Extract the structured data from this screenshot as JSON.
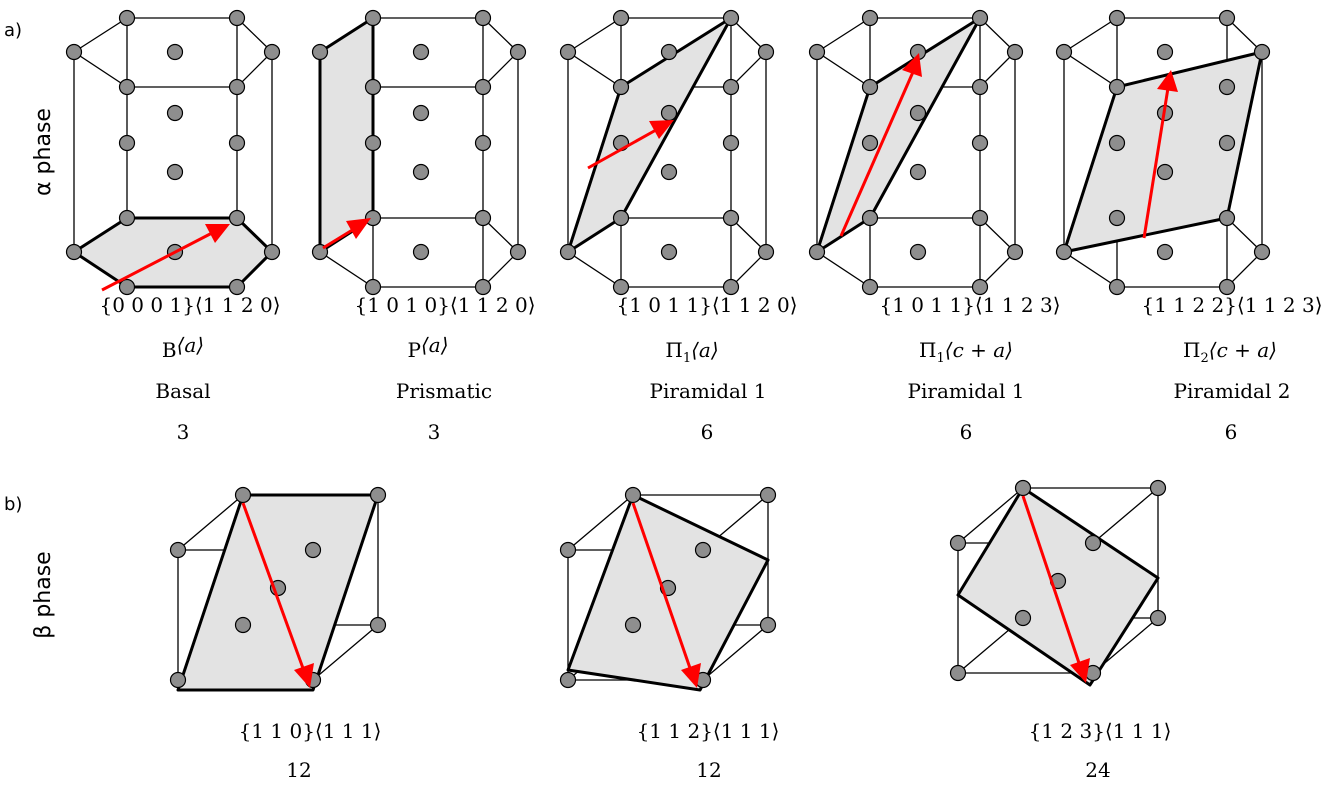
{
  "panels": {
    "a": {
      "letter": "a)",
      "phase": "α phase"
    },
    "b": {
      "letter": "b)",
      "phase": "β phase"
    }
  },
  "alpha_systems": [
    {
      "family": "{0 0 0 1}",
      "direction": "⟨1 1 2 0⟩",
      "symbol": "B",
      "sub": "",
      "vector": "⟨a⟩",
      "name": "Basal",
      "count": "3"
    },
    {
      "family": "{1 0 1 0}",
      "direction": "⟨1 1 2 0⟩",
      "symbol": "P",
      "sub": "",
      "vector": "⟨a⟩",
      "name": "Prismatic",
      "count": "3"
    },
    {
      "family": "{1 0 1 1}",
      "direction": "⟨1 1 2 0⟩",
      "symbol": "Π",
      "sub": "1",
      "vector": "⟨a⟩",
      "name": "Piramidal 1",
      "count": "6"
    },
    {
      "family": "{1 0 1 1}",
      "direction": "⟨1 1 2 3⟩",
      "symbol": "Π",
      "sub": "1",
      "vector": "⟨c + a⟩",
      "name": "Piramidal 1",
      "count": "6"
    },
    {
      "family": "{1 1 2 2}",
      "direction": "⟨1 1 2 3⟩",
      "symbol": "Π",
      "sub": "2",
      "vector": "⟨c + a⟩",
      "name": "Piramidal 2",
      "count": "6"
    }
  ],
  "beta_systems": [
    {
      "family": "{1 1 0}",
      "direction": "⟨1 1 1⟩",
      "count": "12"
    },
    {
      "family": "{1 1 2}",
      "direction": "⟨1 1 1⟩",
      "count": "12"
    },
    {
      "family": "{1 2 3}",
      "direction": "⟨1 1 1⟩",
      "count": "24"
    }
  ],
  "colors": {
    "plane": "#e3e3e3",
    "atom": "#8e8e8e",
    "arrow": "#ff0000",
    "line": "#000000"
  }
}
